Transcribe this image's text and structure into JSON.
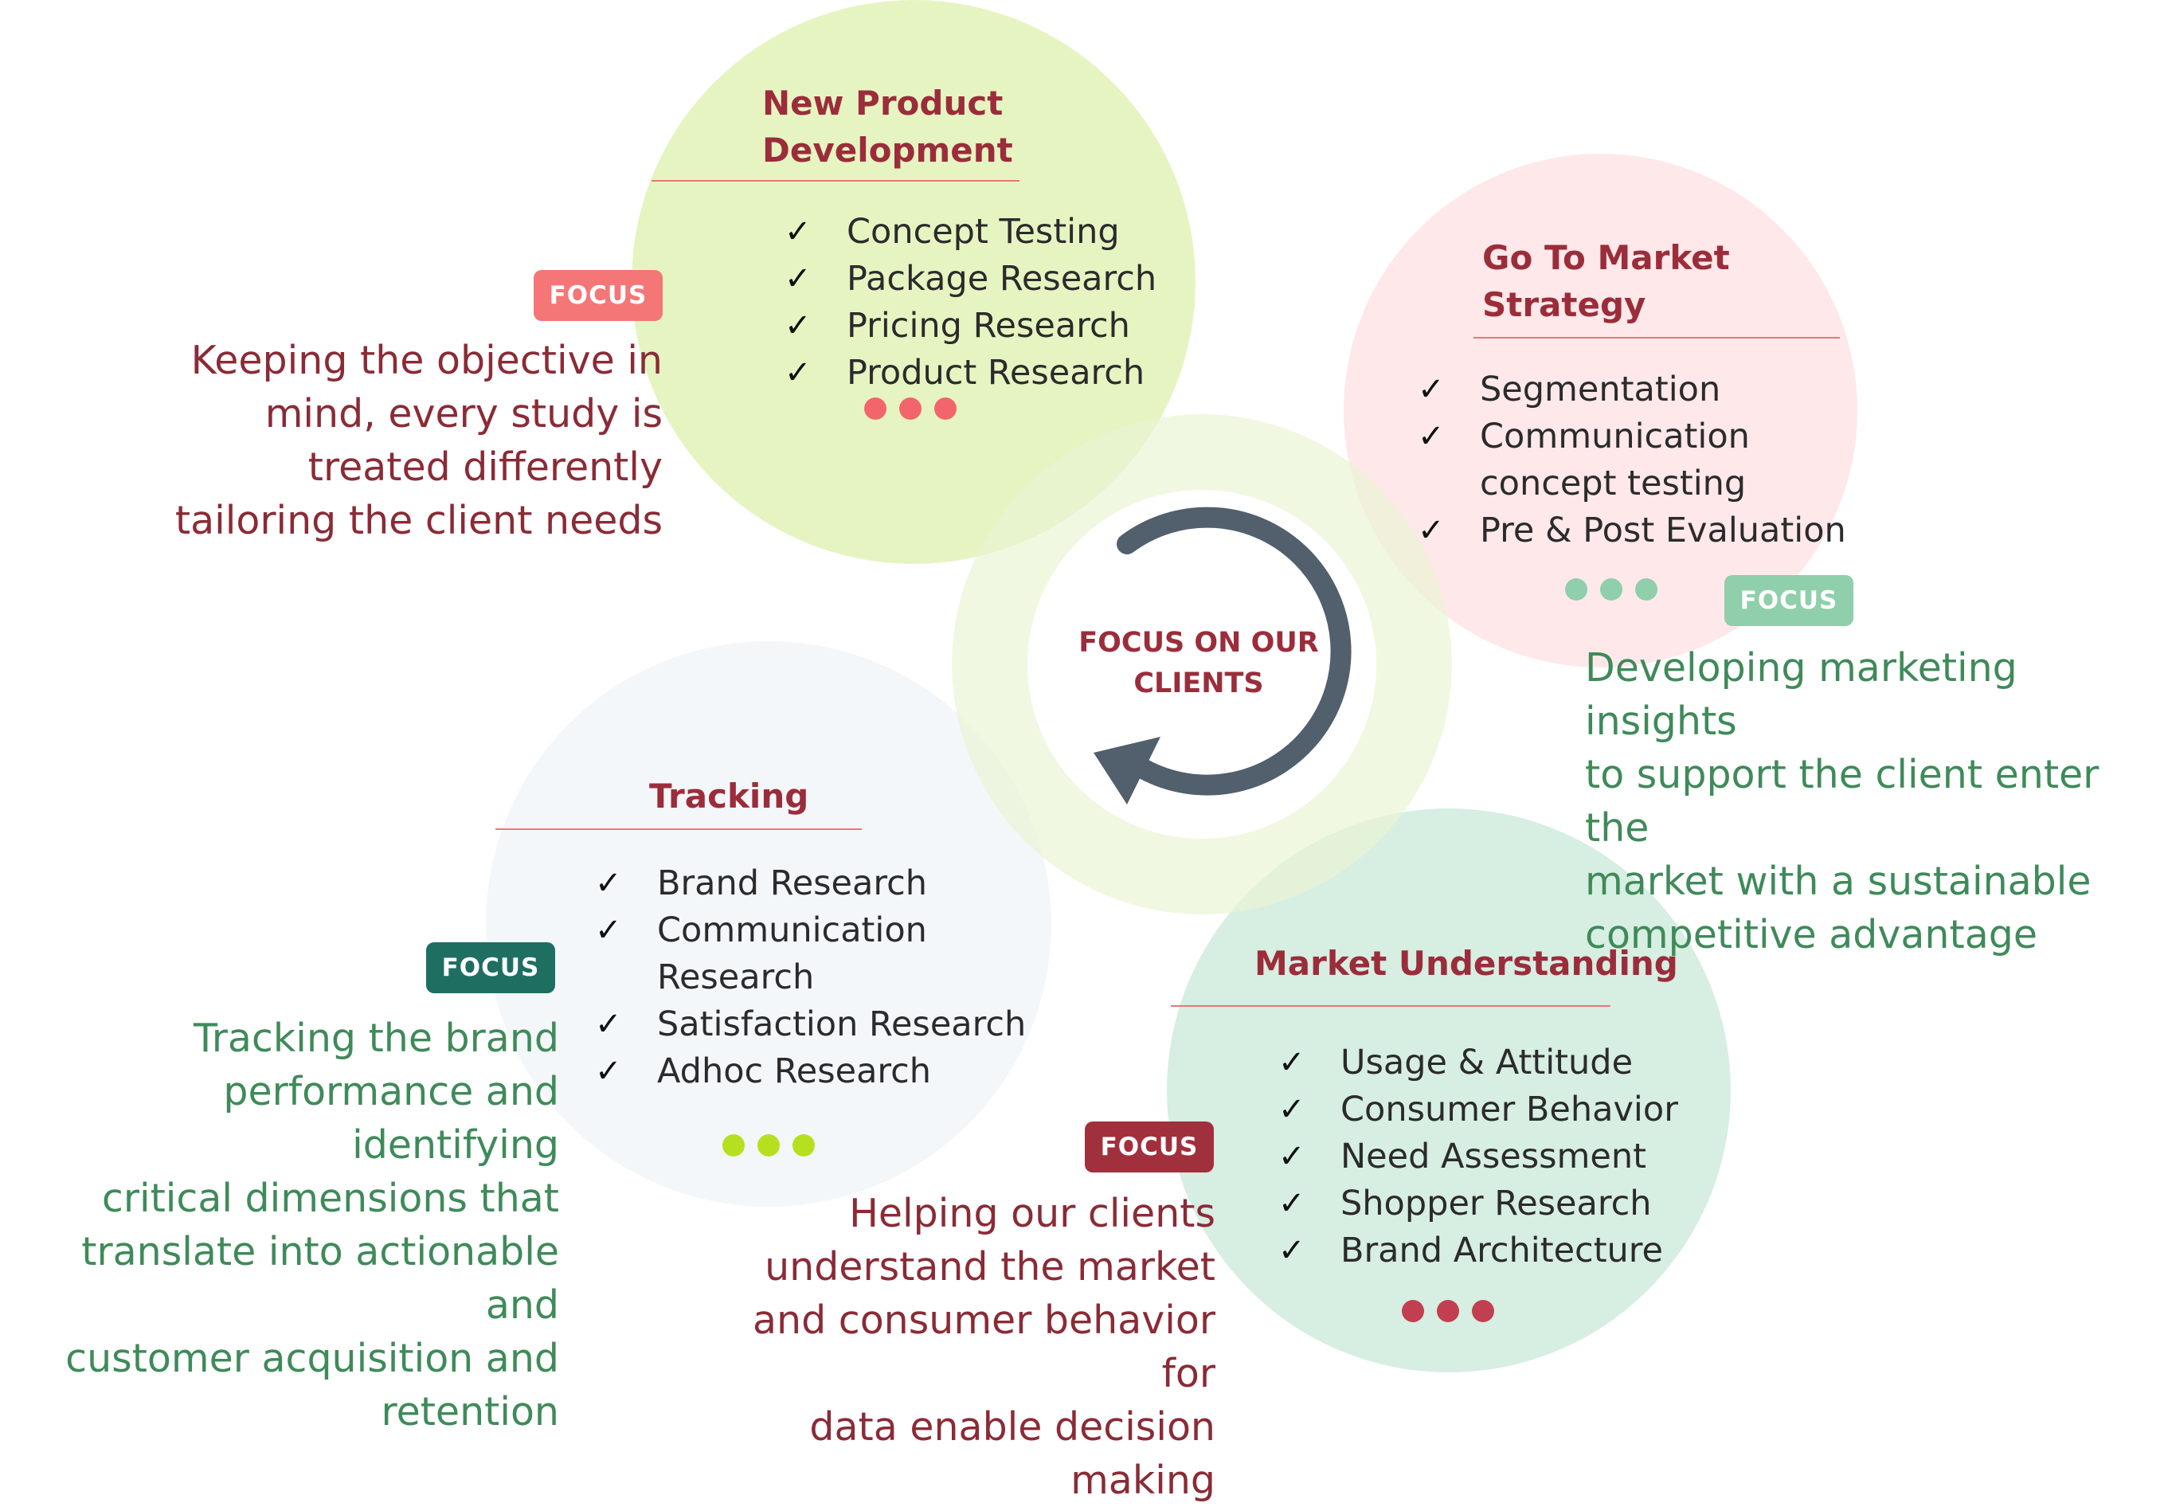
{
  "center": {
    "title": "FOCUS ON OUR CLIENTS"
  },
  "badge_label": "FOCUS",
  "colors": {
    "title": "#9b2d3b",
    "npd_circle": "#ddf0aa",
    "gtm_circle": "#fee2e4",
    "tracking_circle": "#ecf2f7",
    "market_circle": "#c8e8d7",
    "cycle_arrow": "#525f6c"
  },
  "sections": {
    "npd": {
      "title_line1": "New Product",
      "title_line2": "Development",
      "items": [
        "Concept Testing",
        "Package Research",
        "Pricing Research",
        "Product Research"
      ],
      "dot_color": "#f2666b",
      "badge_color": "#f57677",
      "description": [
        "Keeping the objective in",
        "mind, every study is",
        "treated differently",
        "tailoring the client needs"
      ]
    },
    "gtm": {
      "title_line1": "Go To Market",
      "title_line2": "Strategy",
      "items": [
        "Segmentation",
        "Communication",
        "concept testing",
        "Pre & Post Evaluation"
      ],
      "dot_color": "#8fcfab",
      "badge_color": "#8fcfab",
      "description": [
        "Developing marketing insights",
        "to support the client enter the",
        "market with a sustainable",
        "competitive advantage"
      ]
    },
    "tracking": {
      "title": "Tracking",
      "items": [
        "Brand Research",
        "Communication",
        "Research",
        "Satisfaction Research",
        "Adhoc Research"
      ],
      "dot_color": "#b6e01f",
      "badge_color": "#1f6e62",
      "description": [
        "Tracking the brand",
        "performance and identifying",
        "critical dimensions that",
        "translate into actionable and",
        "customer  acquisition and",
        "retention"
      ]
    },
    "market": {
      "title": "Market Understanding",
      "items": [
        "Usage & Attitude",
        "Consumer Behavior",
        "Need Assessment",
        "Shopper Research",
        "Brand Architecture"
      ],
      "dot_color": "#c23f51",
      "badge_color": "#a1303d",
      "description": [
        "Helping our clients",
        "understand the market",
        "and consumer behavior for",
        "data enable decision",
        "making"
      ]
    }
  }
}
